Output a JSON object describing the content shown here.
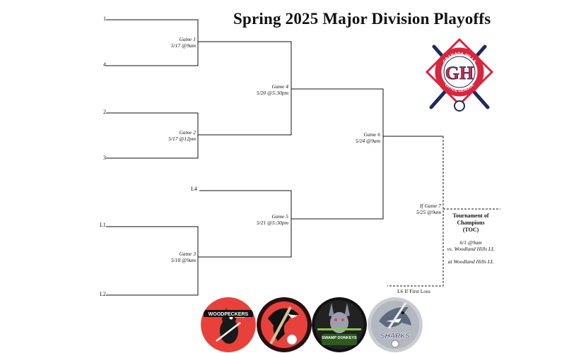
{
  "title": "Spring 2025 Major Division Playoffs",
  "seeds": {
    "s1": "1",
    "s4": "4",
    "s2": "2",
    "s3": "3",
    "l4": "L4",
    "l1": "L1",
    "l2": "L2"
  },
  "games": {
    "g1": {
      "name": "Game 1",
      "when": "5/17 @9am"
    },
    "g2": {
      "name": "Game 2",
      "when": "5/17 @12pm"
    },
    "g3": {
      "name": "Game 3",
      "when": "5/18 @9am"
    },
    "g4": {
      "name": "Game 4",
      "when": "5/20 @5:30pm"
    },
    "g5": {
      "name": "Game 5",
      "when": "5/21 @5:30pm"
    },
    "g6": {
      "name": "Game 6",
      "when": "5/24 @9am"
    },
    "g7": {
      "name": "If Game 7",
      "when": "5/25 @9am"
    }
  },
  "toc": {
    "title_line1": "Tournament of",
    "title_line2": "Champions",
    "title_line3": "(TOC)",
    "date": "6/1 @9am",
    "vs": "vs. Woodland Hills LL",
    "location": "at Woodland Hills LL"
  },
  "note_loss": "L6 If First Loss",
  "league_logo": {
    "top_text": "GRANADA HILLS",
    "bottom_text": "LITTLE LEAGUE",
    "monogram": "GH",
    "colors": {
      "red": "#d7263d",
      "navy": "#1f2a5a"
    }
  },
  "teams": [
    {
      "icon": "woodpeckers-logo-icon",
      "label": "WOODPECKERS"
    },
    {
      "icon": "raptor-logo-icon",
      "label": ""
    },
    {
      "icon": "swamp-donkeys-logo-icon",
      "label": "SWAMP DONKEYS"
    },
    {
      "icon": "sharks-logo-icon",
      "label": "SHARKS"
    }
  ]
}
